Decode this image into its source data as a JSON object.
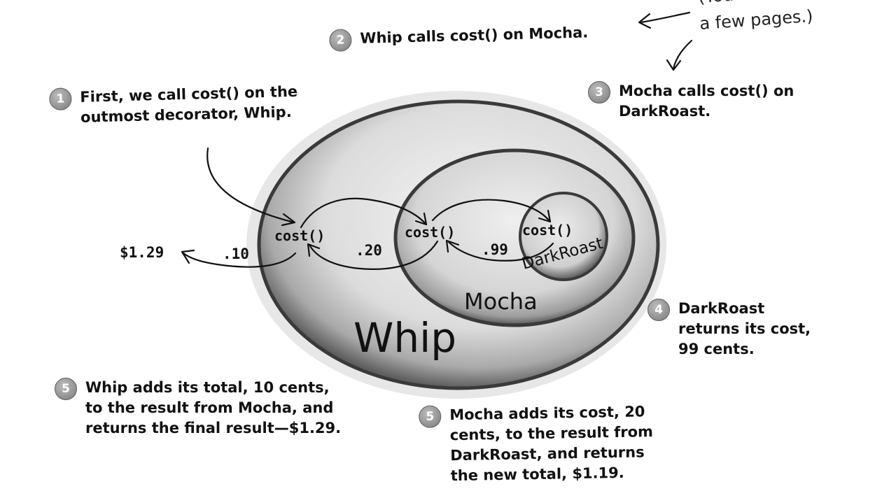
{
  "steps": [
    {
      "number": "1",
      "text": "First, we call cost() on the\noutmost decorator, Whip."
    },
    {
      "number": "2",
      "text": "Whip calls cost() on Mocha."
    },
    {
      "number": "3",
      "text": "Mocha calls cost() on\nDarkRoast."
    },
    {
      "number": "4",
      "text": "DarkRoast\nreturns its cost,\n99 cents."
    },
    {
      "number": "5",
      "text": "Whip adds its total, 10 cents,\nto the result from Mocha, and\nreturns the final result—$1.29."
    },
    {
      "number": "5",
      "text": "Mocha adds its cost, 20\ncents, to the result from\nDarkRoast, and returns\nthe new total, $1.19."
    }
  ],
  "handwritten_note": {
    "line1": "(You'll ...",
    "line2": "a few pages.)"
  },
  "rings": {
    "outer": "Whip",
    "middle": "Mocha",
    "inner": "DarkRoast"
  },
  "methods": {
    "whip": "cost()",
    "mocha": "cost()",
    "darkroast": "cost()"
  },
  "values": {
    "result": "$1.29",
    "whip_cost": ".10",
    "mocha_cost": ".20",
    "darkroast_cost": ".99"
  }
}
